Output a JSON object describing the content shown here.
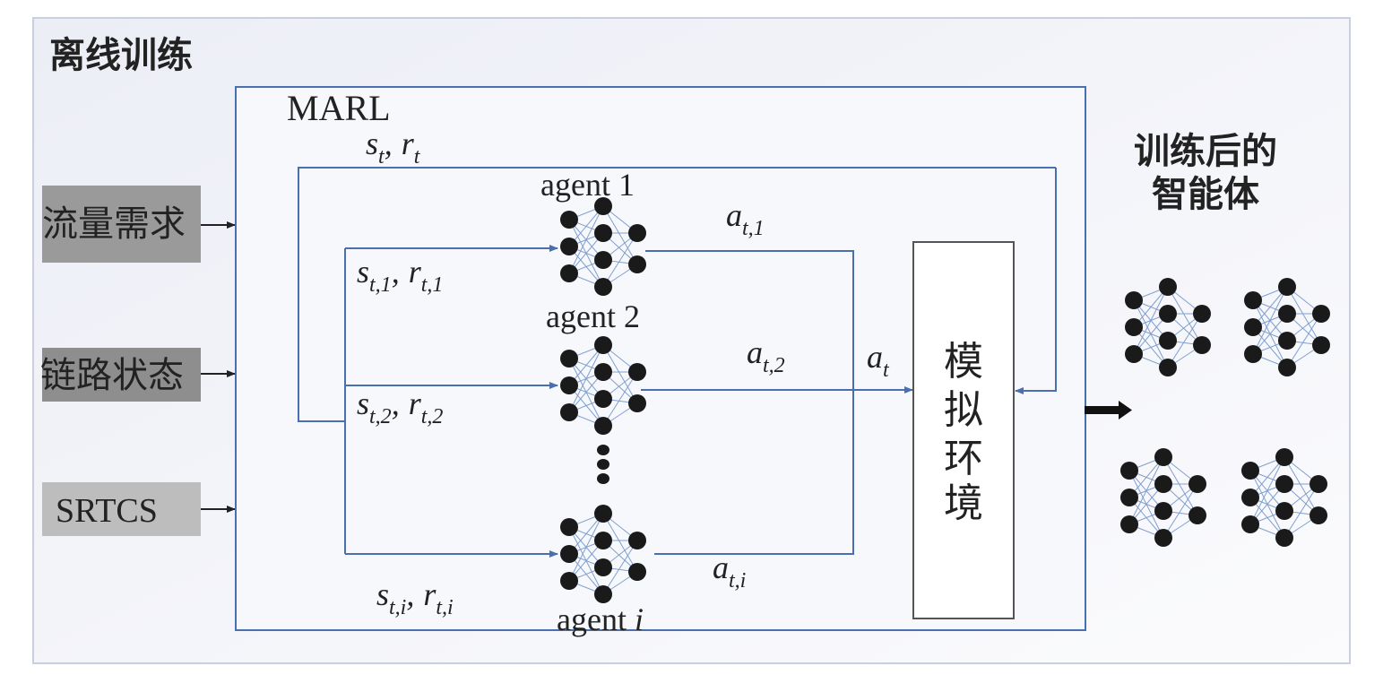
{
  "title": "离线训练",
  "marl_label": "MARL",
  "inputs": [
    {
      "label": "流量需求",
      "color": "#9a9a9a"
    },
    {
      "label": "链路状态",
      "color": "#8e8e8e"
    },
    {
      "label": "SRTCS",
      "color": "#bdbdbd"
    }
  ],
  "global_state": {
    "s": "s",
    "s_sub": "t",
    "sep": ",",
    "r": "r",
    "r_sub": "t"
  },
  "agents": [
    {
      "name": "agent 1",
      "state_sub": "t,1",
      "action_sub": "t,1"
    },
    {
      "name": "agent 2",
      "state_sub": "t,2",
      "action_sub": "t,2"
    },
    {
      "name": "agent ",
      "name_italic": "i",
      "state_sub": "t,i",
      "action_sub": "t,i"
    }
  ],
  "symbols": {
    "s": "s",
    "r": "r",
    "a": "a",
    "sep": ","
  },
  "joint_action": {
    "a": "a",
    "sub": "t"
  },
  "environment": [
    "模",
    "拟",
    "环",
    "境"
  ],
  "trained_agents_label": [
    "训练后的",
    "智能体"
  ],
  "colors": {
    "line": "#4a6fb0",
    "net_edge": "#7f9fd0",
    "node": "#1a1a1a"
  }
}
